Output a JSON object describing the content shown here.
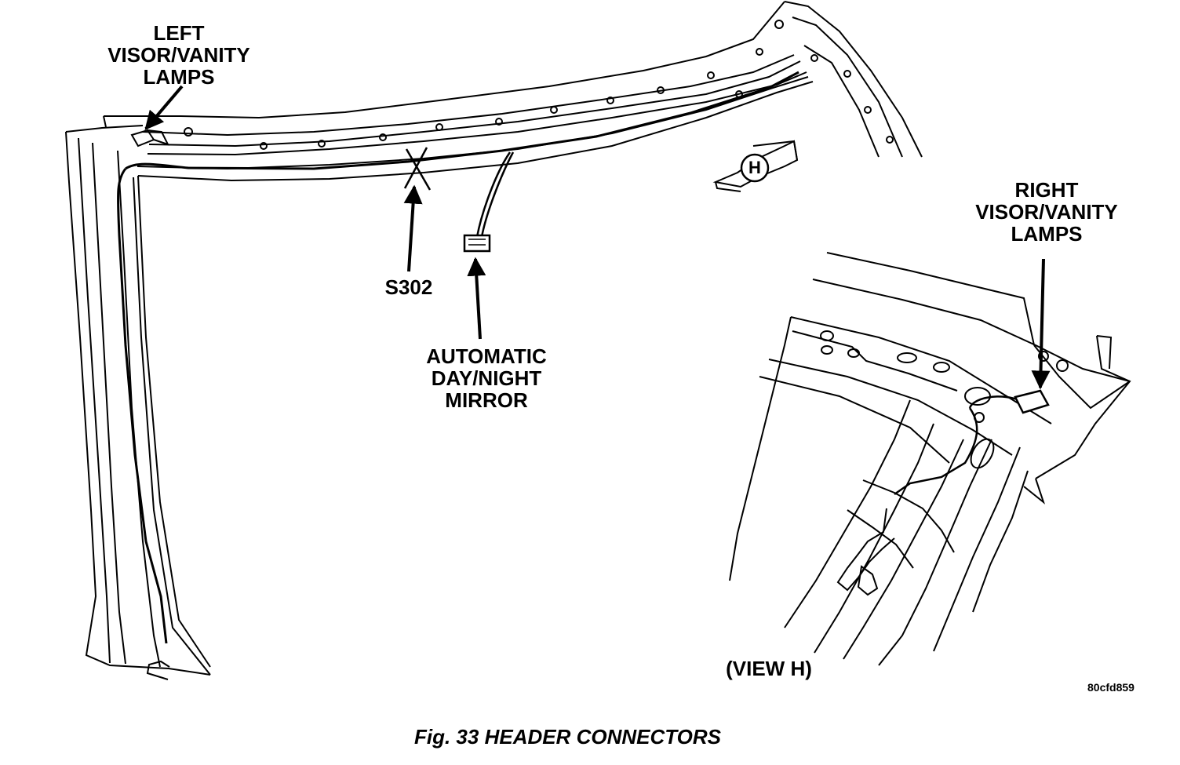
{
  "labels": {
    "left_lamps": [
      "LEFT",
      "VISOR/VANITY",
      "LAMPS"
    ],
    "right_lamps": [
      "RIGHT",
      "VISOR/VANITY",
      "LAMPS"
    ],
    "splice": "S302",
    "mirror": [
      "AUTOMATIC",
      "DAY/NIGHT",
      "MIRROR"
    ],
    "view_marker": "H",
    "view_title": "(VIEW H)"
  },
  "figure": {
    "ref_code": "80cfd859",
    "caption": "Fig. 33 HEADER CONNECTORS"
  },
  "colors": {
    "line": "#000000",
    "background": "#ffffff"
  }
}
